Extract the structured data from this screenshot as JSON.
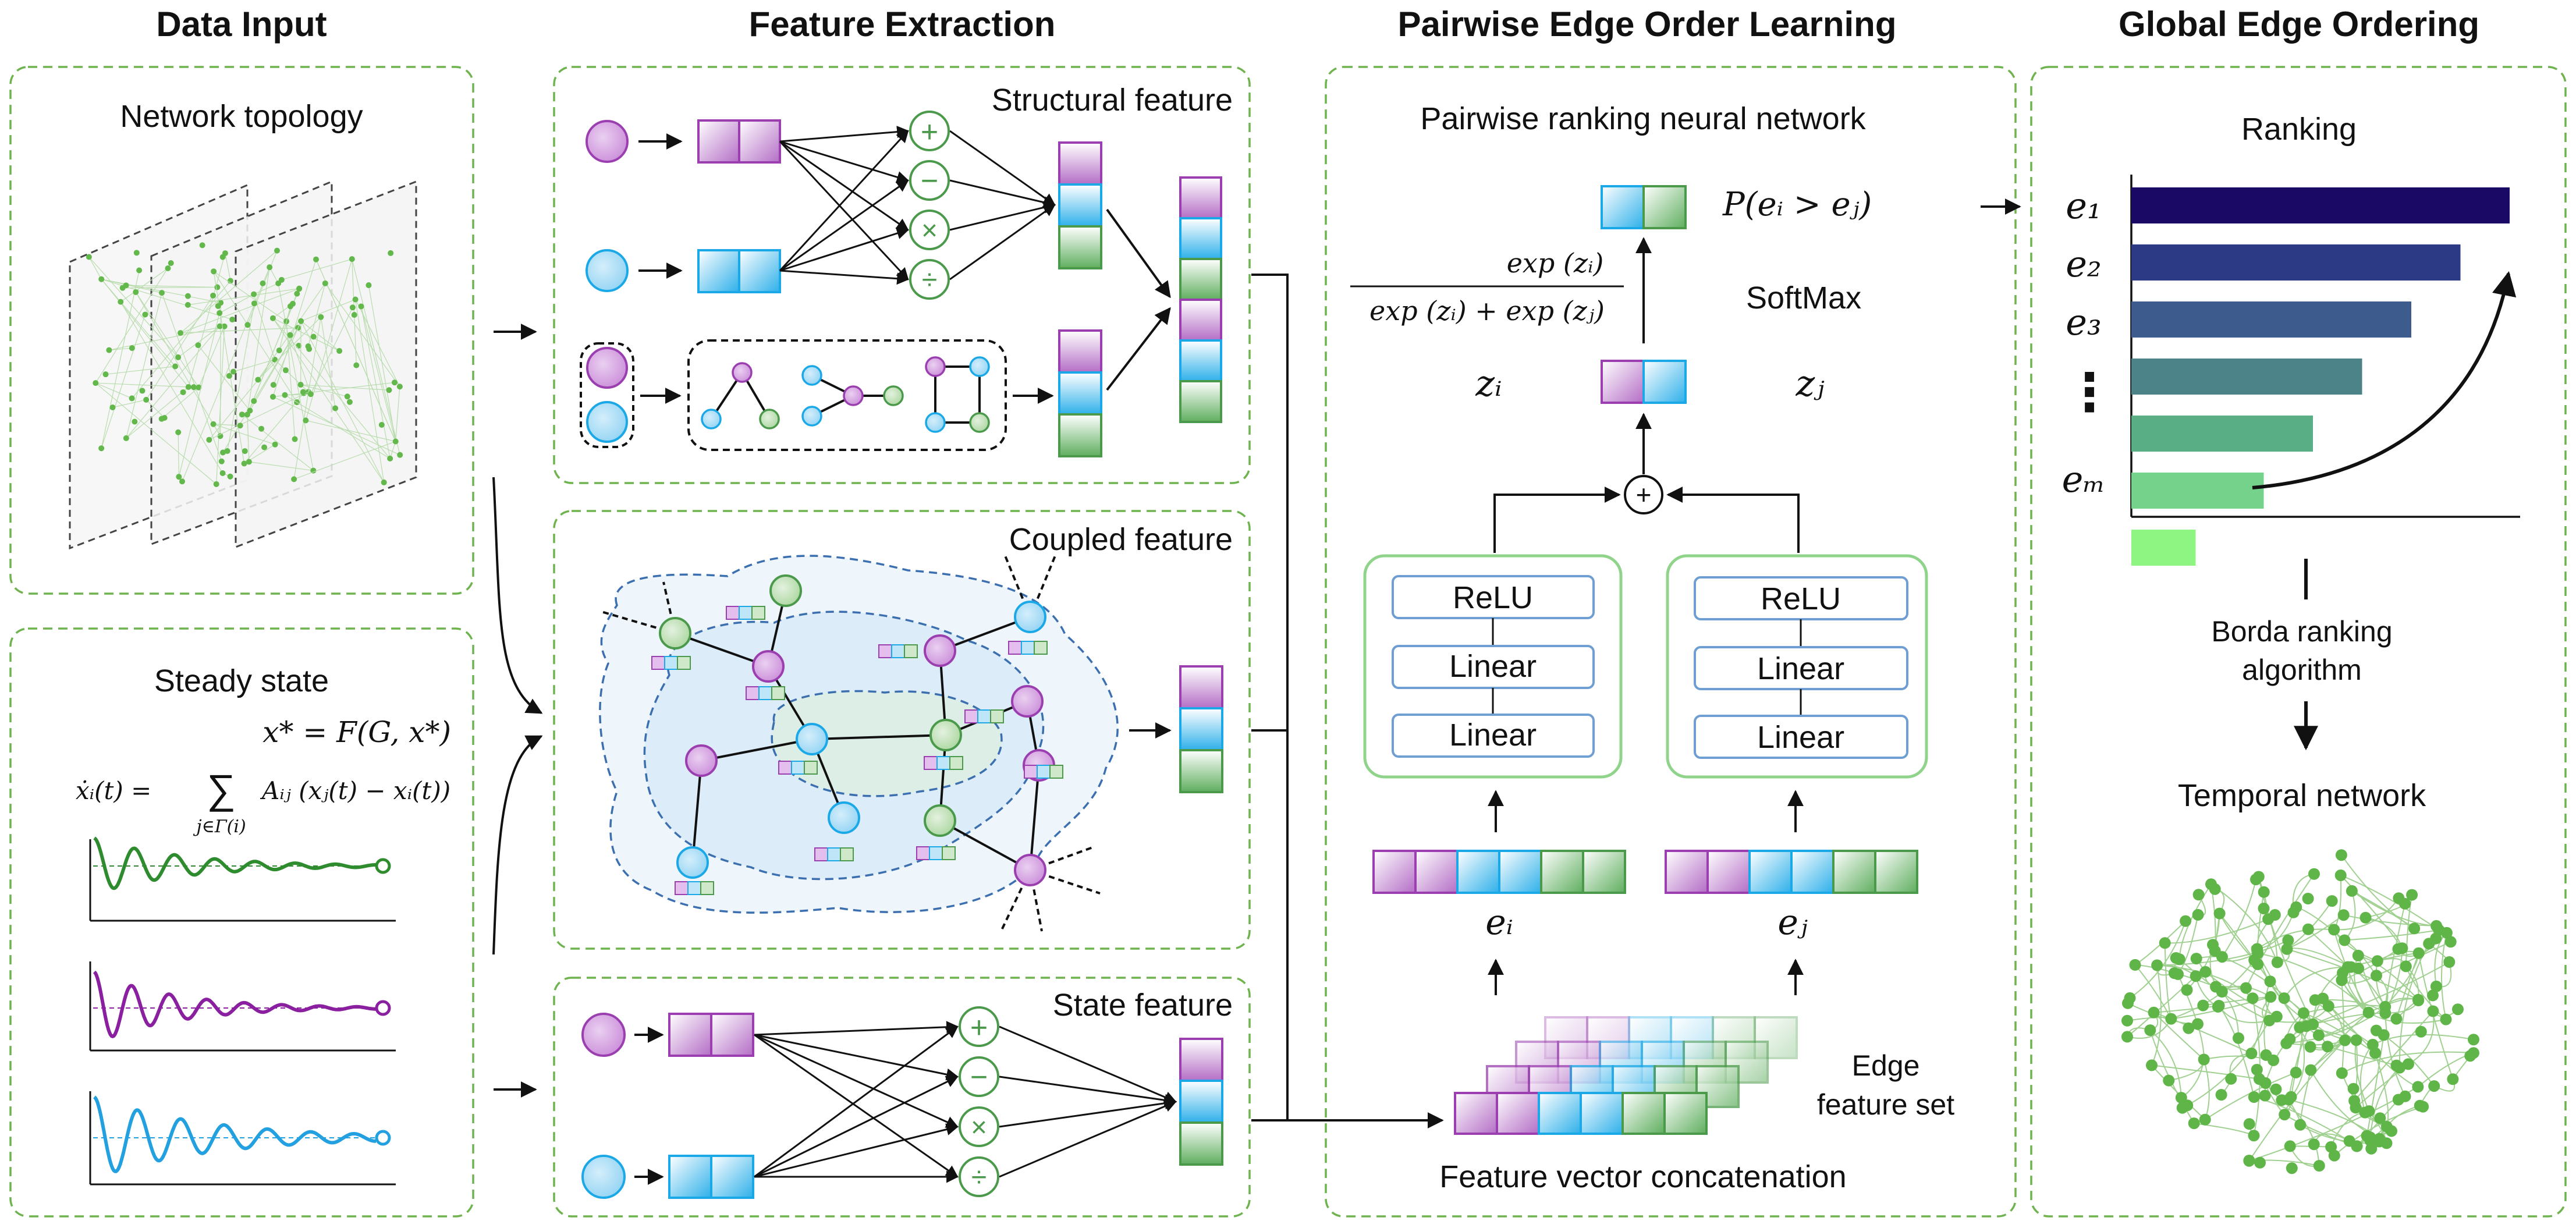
{
  "headers": {
    "data_input": "Data Input",
    "feature_extraction": "Feature Extraction",
    "pairwise": "Pairwise Edge Order Learning",
    "global": "Global Edge Ordering"
  },
  "data_input": {
    "topology_label": "Network topology",
    "steady_label": "Steady state",
    "eq_fixed_point": "x* = F(G, x*)",
    "eq_dynamics_lhs": "ẋᵢ(t) =",
    "eq_dynamics_sum": "∑",
    "eq_dynamics_sub": "j∈Γ(i)",
    "eq_dynamics_rhs": "Aᵢⱼ (xⱼ(t) − xᵢ(t))"
  },
  "feature_extraction": {
    "structural_label": "Structural feature",
    "coupled_label": "Coupled feature",
    "state_label": "State feature",
    "op_plus": "+",
    "op_minus": "−",
    "op_times": "×",
    "op_div": "÷"
  },
  "pairwise": {
    "net_label": "Pairwise ranking neural network",
    "prob_label": "P(eᵢ > eⱼ)",
    "softmax_label": "SoftMax",
    "frac_num": "exp (zᵢ)",
    "frac_den": "exp (zᵢ) + exp (zⱼ)",
    "zi": "zᵢ",
    "zj": "zⱼ",
    "plus": "+",
    "relu": "ReLU",
    "linear": "Linear",
    "ei": "eᵢ",
    "ej": "eⱼ",
    "edge_set_1": "Edge",
    "edge_set_2": "feature set",
    "concat_label": "Feature vector concatenation"
  },
  "global": {
    "ranking_label": "Ranking",
    "e1": "e₁",
    "e2": "e₂",
    "e3": "e₃",
    "ellipsis": "⋮",
    "em": "eₘ",
    "borda_1": "Borda ranking",
    "borda_2": "algorithm",
    "temporal_label": "Temporal network"
  },
  "ranking_bars": [
    {
      "value": 1.0,
      "color": "#1a0a66"
    },
    {
      "value": 0.87,
      "color": "#2c3a85"
    },
    {
      "value": 0.74,
      "color": "#3e5b8d"
    },
    {
      "value": 0.61,
      "color": "#4c8389"
    },
    {
      "value": 0.48,
      "color": "#5aae86"
    },
    {
      "value": 0.35,
      "color": "#74d28b"
    },
    {
      "value": 0.17,
      "color": "#8ef582"
    }
  ],
  "colors": {
    "purple": "#9b3fb0",
    "purple_light": "#e8c8ef",
    "blue": "#1ba8e6",
    "blue_light": "#c6e8f7",
    "green": "#4b9a4b",
    "green_light": "#d6ecd3",
    "panel_border": "#6fb34f",
    "signal_green": "#2e8b2e",
    "signal_purple": "#8a1fa0",
    "signal_blue": "#22a0e0"
  }
}
